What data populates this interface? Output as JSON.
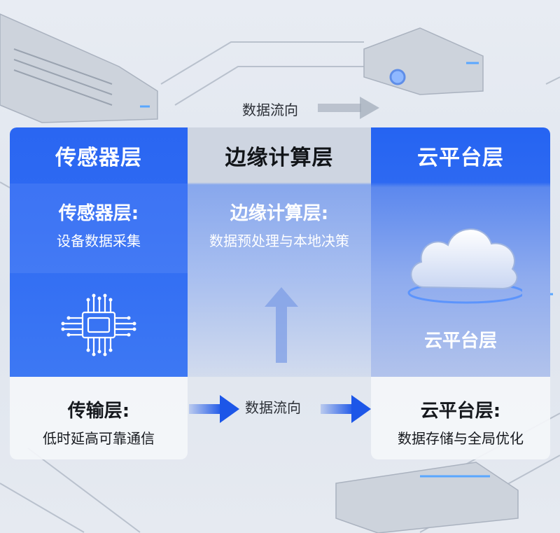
{
  "top_flow_label": "数据流向",
  "bottom_flow_label": "数据流向",
  "columns": [
    {
      "header": "传感器层",
      "title": "传感器层:",
      "subtitle": "设备数据采集"
    },
    {
      "header": "边缘计算层",
      "title": "边缘计算层:",
      "subtitle": "数据预处理与本地决策"
    },
    {
      "header": "云平台层",
      "cloud_label": "云平台层"
    }
  ],
  "bottom_cards": [
    {
      "title": "传输层:",
      "subtitle": "低时延高可靠通信"
    },
    {
      "title": "云平台层:",
      "subtitle": "数据存储与全局优化"
    }
  ],
  "colors": {
    "primary_blue": "#1e5ff0",
    "light_blue": "#6f95f0",
    "arrow_blue": "#1c56e8"
  },
  "icons": [
    "chip-icon",
    "cloud-icon",
    "up-arrow-icon",
    "flow-arrow-icon"
  ]
}
